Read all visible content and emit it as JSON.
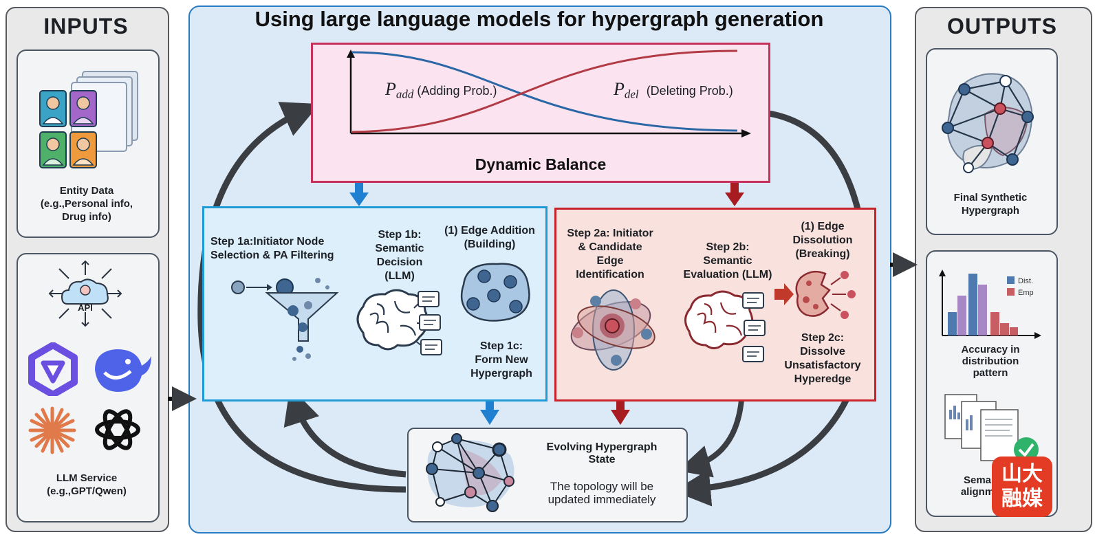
{
  "inputs": {
    "header": "INPUTS",
    "entity_label_1": "Entity Data",
    "entity_label_2": "(e.g.,Personal info,",
    "entity_label_3": "Drug info)",
    "api_text": "API",
    "llm_label_1": "LLM Service",
    "llm_label_2": "(e.g.,GPT/Qwen)"
  },
  "main": {
    "title": "Using large language models for hypergraph generation",
    "balance": {
      "p_add_symbol": "P",
      "p_add_sub": "add",
      "p_add_text": "(Adding Prob.)",
      "p_del_symbol": "P",
      "p_del_sub": "del",
      "p_del_text": "(Deleting Prob.)",
      "caption": "Dynamic Balance"
    },
    "step1": {
      "a_line1": "Step 1a:Initiator Node",
      "a_line2": "Selection & PA Filtering",
      "b_line1": "Step 1b:",
      "b_line2": "Semantic",
      "b_line3": "Decision",
      "b_line4": "(LLM)",
      "add_line1": "(1) Edge Addition",
      "add_line2": "(Building)",
      "c_line1": "Step 1c:",
      "c_line2": "Form New",
      "c_line3": "Hypergraph"
    },
    "step2": {
      "a_line1": "Step 2a: Initiator",
      "a_line2": "& Candidate",
      "a_line3": "Edge",
      "a_line4": "Identification",
      "b_line1": "Step 2b:",
      "b_line2": "Semantic",
      "b_line3": "Evaluation (LLM)",
      "dis_line1": "(1) Edge",
      "dis_line2": "Dissolution",
      "dis_line3": "(Breaking)",
      "c_line1": "Step 2c:",
      "c_line2": "Dissolve",
      "c_line3": "Unsatisfactory",
      "c_line4": "Hyperedge"
    },
    "evolving": {
      "title_1": "Evolving Hypergraph",
      "title_2": "State",
      "body_1": "The topology will be",
      "body_2": "updated immediately"
    }
  },
  "outputs": {
    "header": "OUTPUTS",
    "final_1": "Final Synthetic",
    "final_2": "Hypergraph",
    "legend_dist": "Dist.",
    "legend_emp": "Emp",
    "acc_1": "Accuracy in",
    "acc_2": "distribution",
    "acc_3": "pattern",
    "sem_1": "Sema",
    "sem_2": "alignm",
    "watermark_1": "山大",
    "watermark_2": "融媒"
  },
  "colors": {
    "blue_accent": "#1f7fd0",
    "red_accent": "#c0272d",
    "pink_panel": "#fbe3ef",
    "main_bg": "#dbeaf7"
  }
}
